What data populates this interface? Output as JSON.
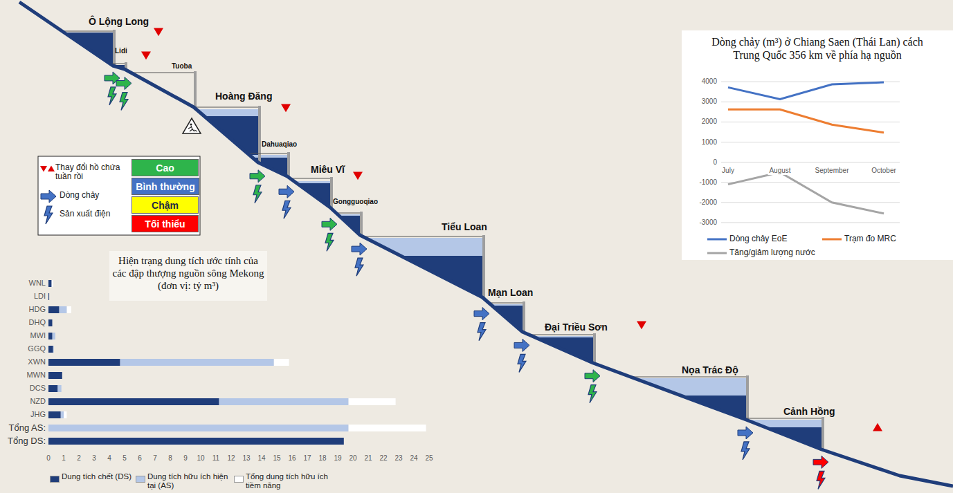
{
  "diagram": {
    "nodes": [
      {
        "text": [
          "Ô Lộng Long"
        ]
      },
      {
        "text": [
          "Lidi"
        ]
      },
      {
        "text": [
          "Tuoba"
        ]
      },
      {
        "text": [
          "Hoàng Đăng"
        ]
      },
      {
        "text": [
          "Dahuaqiao"
        ]
      },
      {
        "text": [
          "Miêu Vĩ"
        ]
      },
      {
        "text": [
          "Gongguoqiao"
        ]
      },
      {
        "text": [
          "Tiểu Loan"
        ]
      },
      {
        "text": [
          "Mạn Loan"
        ]
      },
      {
        "text": [
          "Đại Triều Sơn"
        ]
      },
      {
        "text": [
          "Nọa Trác Độ"
        ]
      },
      {
        "text": [
          "Cảnh Hồng"
        ]
      }
    ],
    "labels": [
      "Hiện trạng dung tích ước tính của các đập thượng nguồn sông Mekong (đơn vị: tỷ m³)",
      "WNL",
      "LDI",
      "HDG",
      "DHQ",
      "MWI",
      "GGQ",
      "XWN",
      "MWN",
      "DCS",
      "NZD",
      "JHG",
      "Tổng AS:",
      "Tổng DS:",
      "0",
      "1",
      "2",
      "3",
      "4",
      "5",
      "6",
      "7",
      "8",
      "9",
      "10",
      "11",
      "12",
      "13",
      "14",
      "15",
      "16",
      "17",
      "18",
      "19",
      "20",
      "21",
      "22",
      "23",
      "24",
      "25",
      "Dòng chảy (m³) ở Chiang Saen (Thái Lan) cách Trung Quốc 356 km về phía hạ nguồn",
      "4000",
      "3000",
      "2000",
      "1000",
      "0",
      "-1000",
      "-2000",
      "-3000",
      "July",
      "August",
      "September",
      "October"
    ],
    "legend": [
      {
        "text": "Thay đổi hồ chứa tuần rồi"
      },
      {
        "text": "Dòng chảy"
      },
      {
        "text": "Sản xuất điện"
      },
      {
        "text": "Cao",
        "color": "#2eb44b"
      },
      {
        "text": "Bình thường",
        "color": "#4472c4"
      },
      {
        "text": "Chậm",
        "color": "#ffff00"
      },
      {
        "text": "Tối thiểu",
        "color": "#ff0000"
      },
      {
        "text": "Dung tích chết (DS)",
        "color": "#1f3d7a"
      },
      {
        "text": "Dung tích hữu ích hiện tại (AS)",
        "color": "#b4c7e7"
      },
      {
        "text": "Tổng dung tích hữu ích tiềm năng",
        "color": "#ffffff"
      },
      {
        "text": "Dòng chảy EoE"
      },
      {
        "text": "Trạm đo MRC"
      },
      {
        "text": "Tăng/giảm lượng nước"
      }
    ]
  }
}
